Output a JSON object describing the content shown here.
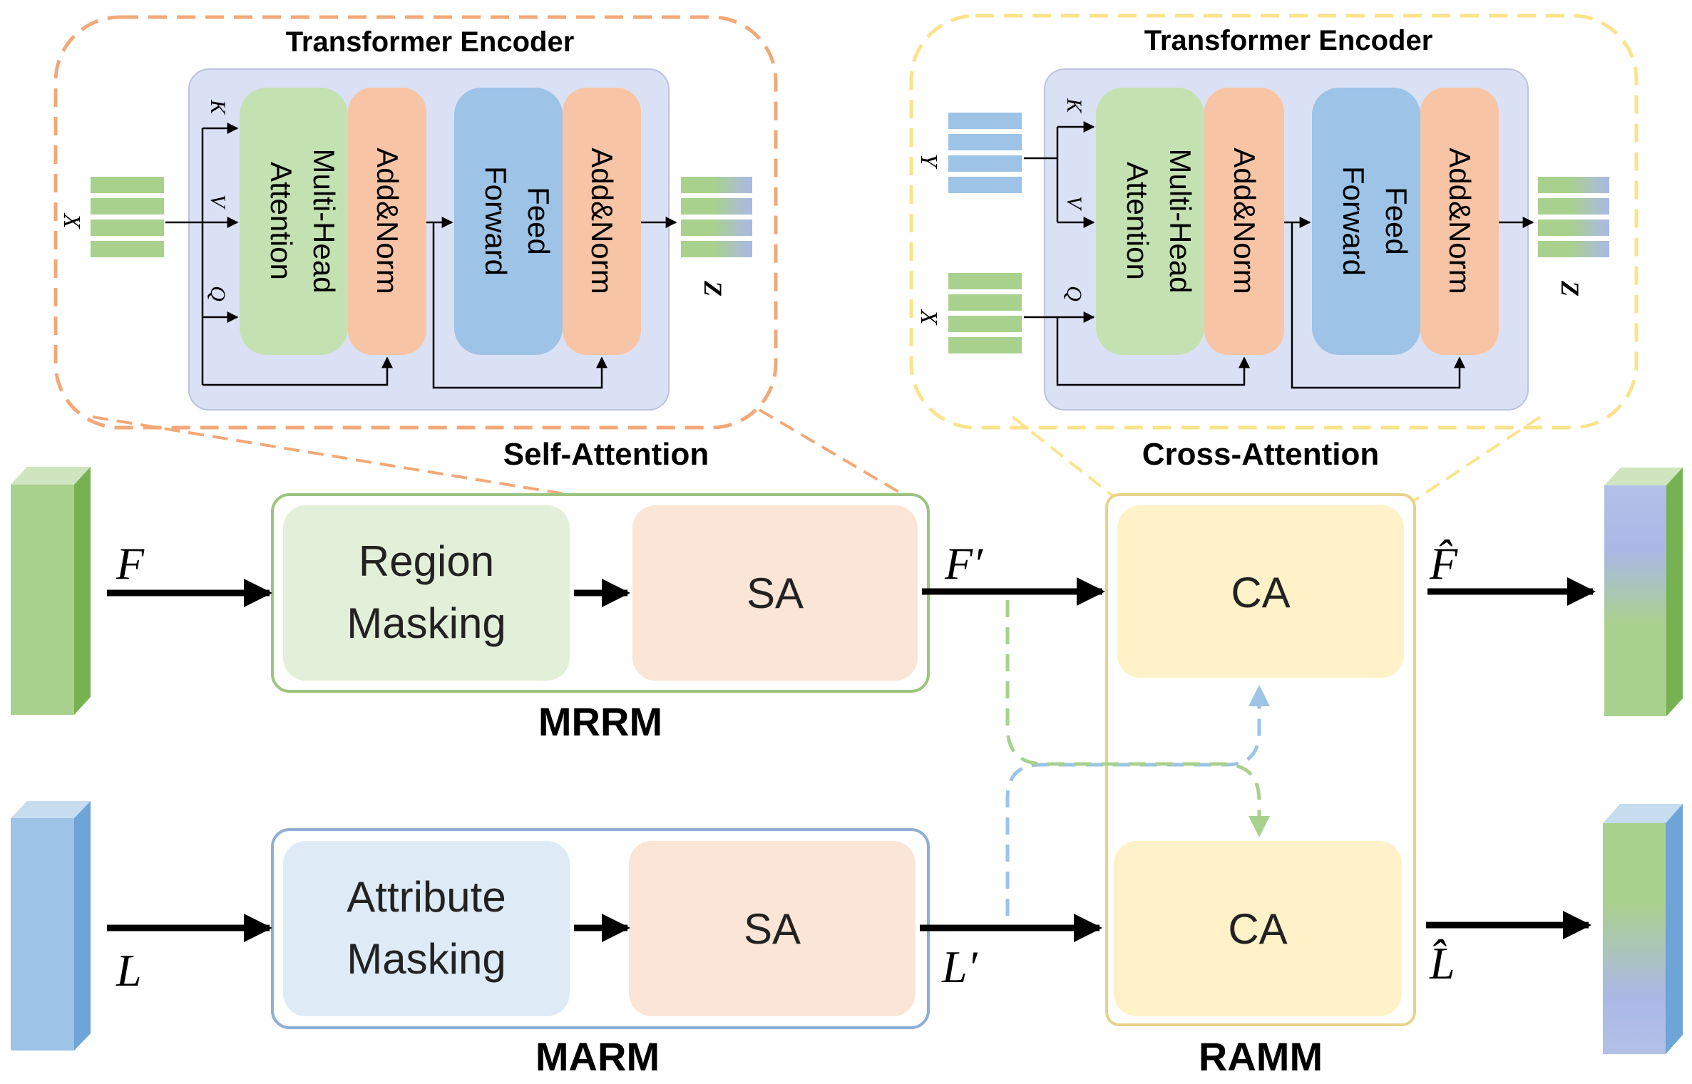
{
  "encoders": {
    "self": {
      "title": "Transformer Encoder",
      "caption": "Self-Attention",
      "k": "K",
      "v": "V",
      "q": "Q",
      "input": "X",
      "output": "Z",
      "mha": "Multi-Head Attention",
      "mha_line1": "Multi-Head",
      "mha_line2": "Attention",
      "addnorm1": "Add&Norm",
      "ff_line1": "Feed",
      "ff_line2": "Forward",
      "addnorm2": "Add&Norm"
    },
    "cross": {
      "title": "Transformer Encoder",
      "caption": "Cross-Attention",
      "k": "K",
      "v": "V",
      "q": "Q",
      "input_y": "Y",
      "input_x": "X",
      "output": "Z",
      "mha_line1": "Multi-Head",
      "mha_line2": "Attention",
      "addnorm1": "Add&Norm",
      "ff_line1": "Feed",
      "ff_line2": "Forward",
      "addnorm2": "Add&Norm"
    }
  },
  "pipeline": {
    "mrrm": {
      "label": "MRRM",
      "block1_line1": "Region",
      "block1_line2": "Masking",
      "block2": "SA"
    },
    "marm": {
      "label": "MARM",
      "block1_line1": "Attribute",
      "block1_line2": "Masking",
      "block2": "SA"
    },
    "ramm": {
      "label": "RAMM",
      "top_block": "CA",
      "bottom_block": "CA"
    },
    "symbols": {
      "F": "F",
      "F_prime": "F′",
      "F_hat": "F̂",
      "L": "L",
      "L_prime": "L′",
      "L_hat": "L̂"
    }
  },
  "colors": {
    "orange_dash": "#f2a878",
    "yellow_dash": "#fbe38a",
    "encoder_bg": "#dbe1f4",
    "mha_green": "#c4e1b2",
    "addnorm_orange": "#f7c5a5",
    "ff_blue": "#9dc3e6",
    "green_feature": "#a9d18e",
    "blue_feature": "#9dc3e6",
    "mrrm_border": "#9cc480",
    "marm_border": "#8faed1",
    "ramm_border": "#e8d28a",
    "ca_fill": "#fff2c8",
    "sa_fill": "#fbe5d6",
    "region_fill": "#e2f0d9",
    "attr_fill": "#deebf7"
  }
}
